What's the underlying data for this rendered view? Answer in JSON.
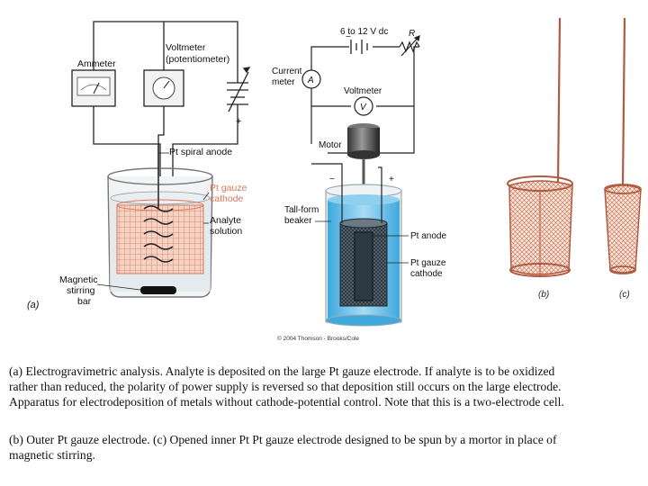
{
  "figA": {
    "ammeter": "Ammeter",
    "voltmeter_1": "Voltmeter",
    "voltmeter_2": "(potentiometer)",
    "anode": "Pt spiral anode",
    "cathode_1": "Pt gauze",
    "cathode_2": "cathode",
    "analyte_1": "Analyte",
    "analyte_2": "solution",
    "stirrer_1": "Magnetic",
    "stirrer_2": "stirring",
    "stirrer_3": "bar",
    "panel": "(a)",
    "plus": "+"
  },
  "figMid": {
    "supply": "6 to 12 V dc",
    "resistor": "R",
    "current_1": "Current",
    "current_2": "meter",
    "ammeter_symbol": "A",
    "voltmeter": "Voltmeter",
    "voltmeter_symbol": "V",
    "motor": "Motor",
    "beaker_1": "Tall-form",
    "beaker_2": "beaker",
    "anode": "Pt anode",
    "cathode_1": "Pt gauze",
    "cathode_2": "cathode",
    "minus": "−",
    "plus": "+",
    "copyright": "© 2004 Thomson - Brooks/Cole"
  },
  "figRight": {
    "label_b": "(b)",
    "label_c": "(c)"
  },
  "caption": {
    "a_line1": "(a) Electrogravimetric analysis. Analyte is deposited on the large Pt gauze electrode. If analyte is to be oxidized",
    "a_line2": "rather than reduced, the polarity of power supply is reversed so that deposition still occurs on the large electrode.",
    "a_line3": "Apparatus for electrodeposition of metals without cathode-potential control. Note that this is a two-electrode cell.",
    "b_line1": "(b) Outer Pt gauze electrode. (c) Opened inner Pt Pt gauze electrode designed to be spun by a mortor in place of",
    "b_line2": "magnetic stirring."
  },
  "colors": {
    "gauze": "#d9785a",
    "solution": "#6fc2e8",
    "beaker_glass": "#cfd8dc",
    "meter_face": "#ffffff",
    "wire": "#222222"
  }
}
